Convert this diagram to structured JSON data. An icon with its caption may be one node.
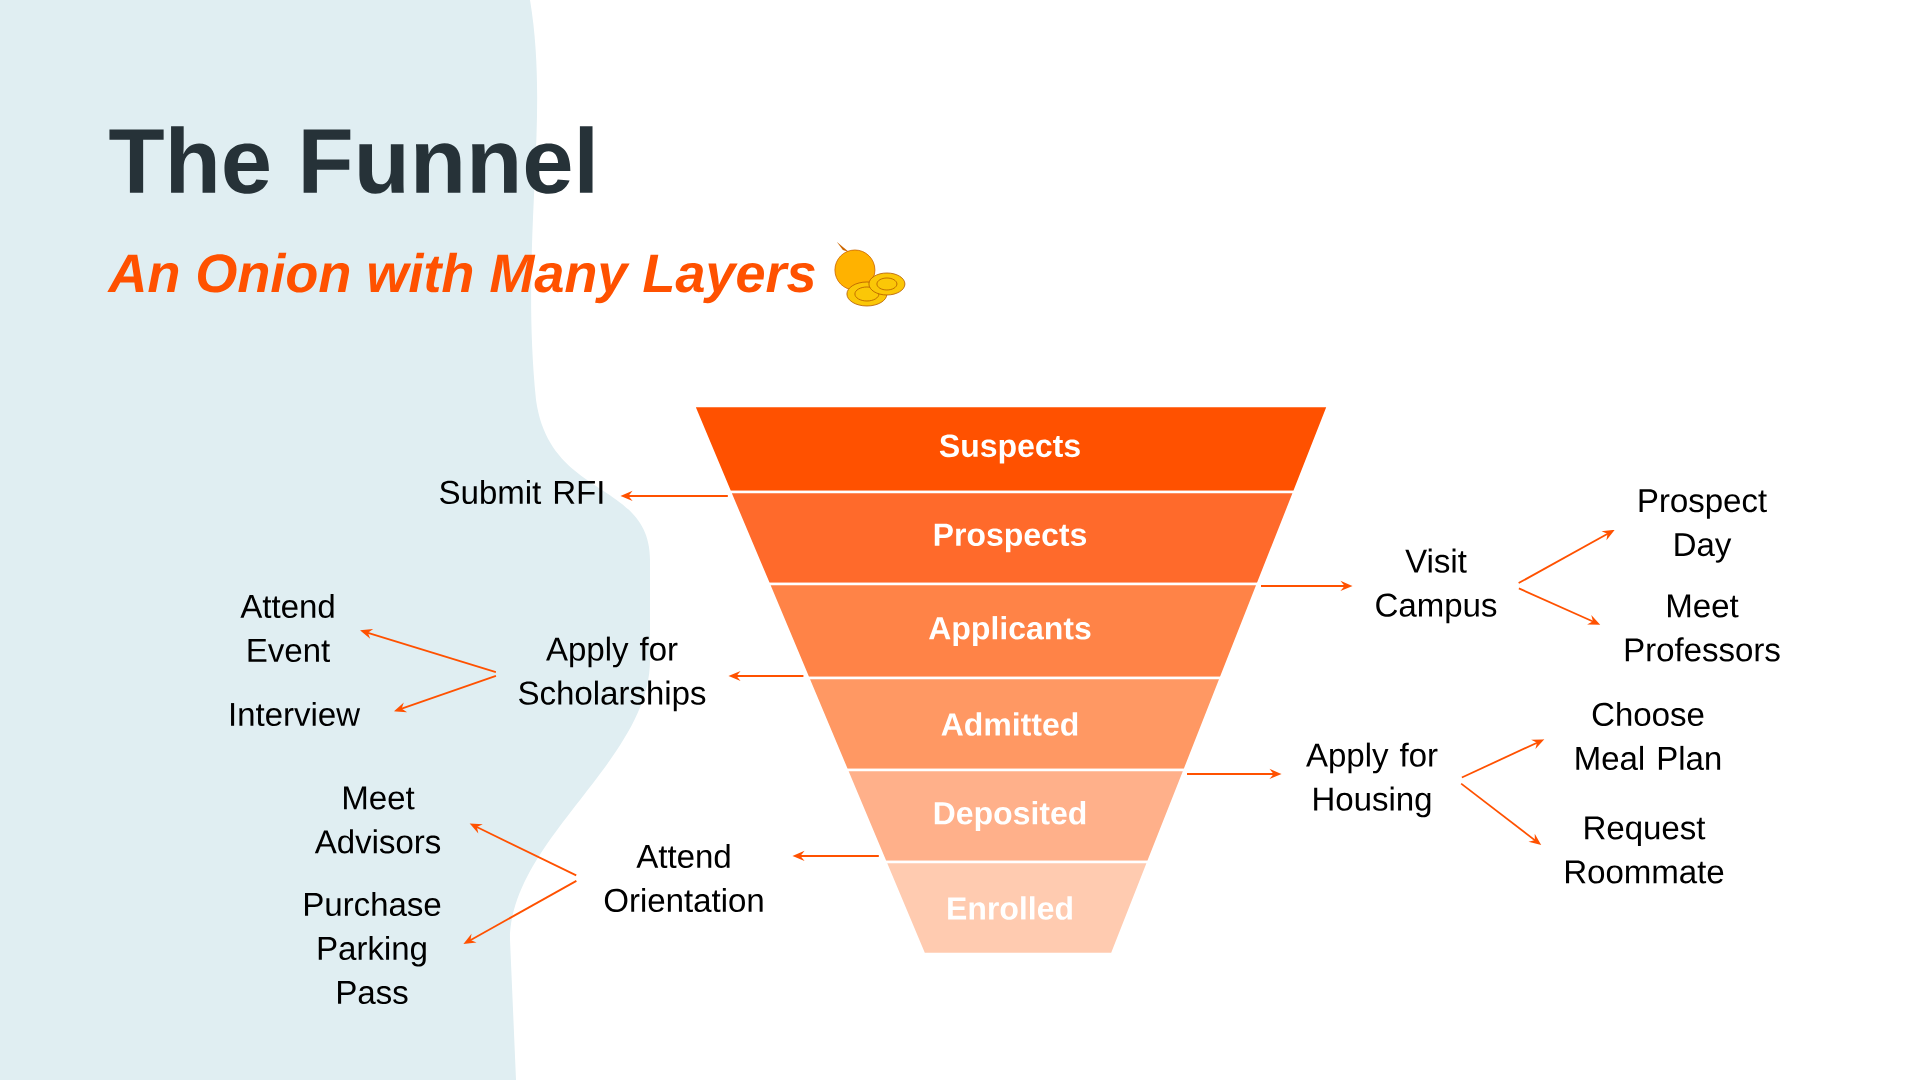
{
  "diagram": {
    "title": "The Funnel",
    "caption": "An Onion with Many Layers",
    "nodes": [
      {
        "text": [
          "Suspects"
        ]
      },
      {
        "text": [
          "Prospects"
        ]
      },
      {
        "text": [
          "Applicants"
        ]
      },
      {
        "text": [
          "Admitted"
        ]
      },
      {
        "text": [
          "Deposited"
        ]
      },
      {
        "text": [
          "Enrolled"
        ]
      },
      {
        "text": [
          "Submit RFI"
        ]
      },
      {
        "text": [
          "Visit Campus"
        ]
      },
      {
        "text": [
          "Apply for Scholarships"
        ]
      },
      {
        "text": [
          "Apply for Housing"
        ]
      },
      {
        "text": [
          "Attend Orientation"
        ]
      },
      {
        "text": [
          "Attend Event"
        ]
      },
      {
        "text": [
          "Interview"
        ]
      },
      {
        "text": [
          "Meet Advisors"
        ]
      },
      {
        "text": [
          "Purchase Parking Pass"
        ]
      },
      {
        "text": [
          "Prospect Day"
        ]
      },
      {
        "text": [
          "Meet Professors"
        ]
      },
      {
        "text": [
          "Choose Meal Plan"
        ]
      },
      {
        "text": [
          "Request Roommate"
        ]
      }
    ],
    "edges": [
      {
        "from": 1,
        "to": 6,
        "arrow": "to"
      },
      {
        "from": 2,
        "to": 7,
        "arrow": "to"
      },
      {
        "from": 2,
        "to": 8,
        "arrow": "to"
      },
      {
        "from": 4,
        "to": 9,
        "arrow": "to"
      },
      {
        "from": 4,
        "to": 10,
        "arrow": "to"
      },
      {
        "from": 8,
        "to": 11,
        "arrow": "to"
      },
      {
        "from": 8,
        "to": 12,
        "arrow": "to"
      },
      {
        "from": 10,
        "to": 13,
        "arrow": "to"
      },
      {
        "from": 10,
        "to": 14,
        "arrow": "to"
      },
      {
        "from": 7,
        "to": 15,
        "arrow": "to"
      },
      {
        "from": 7,
        "to": 16,
        "arrow": "to"
      },
      {
        "from": 9,
        "to": 17,
        "arrow": "to"
      },
      {
        "from": 9,
        "to": 18,
        "arrow": "to"
      }
    ]
  }
}
